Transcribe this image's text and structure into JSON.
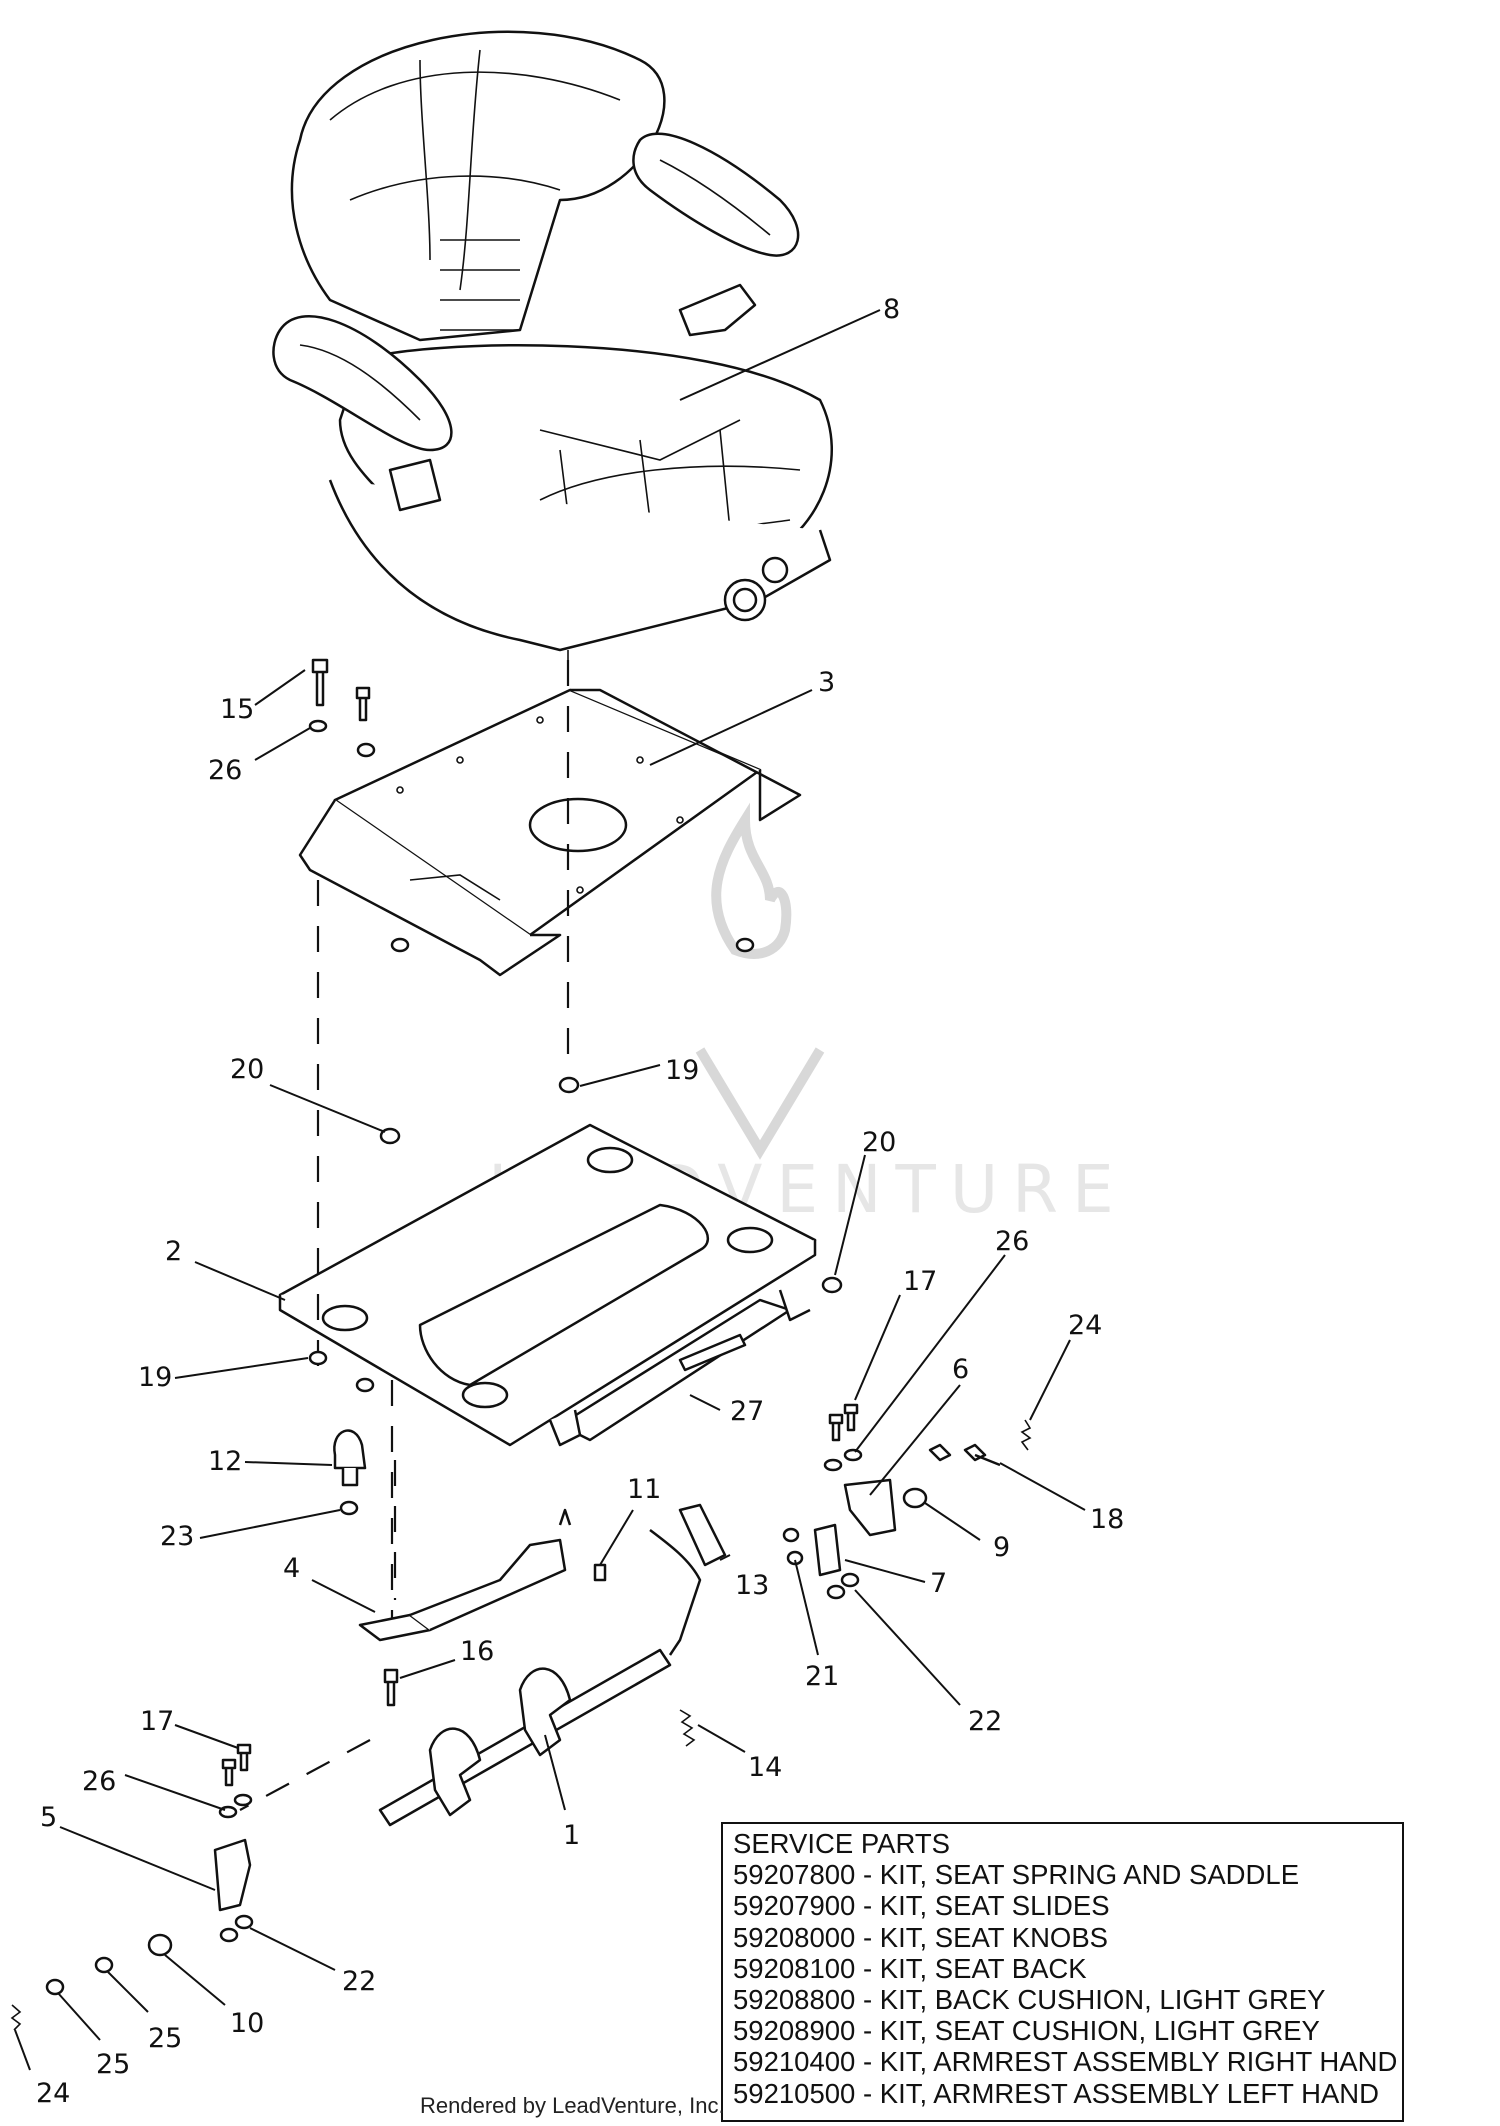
{
  "callouts": [
    {
      "label": "8"
    },
    {
      "label": "3"
    },
    {
      "label": "15"
    },
    {
      "label": "26"
    },
    {
      "label": "19"
    },
    {
      "label": "20"
    },
    {
      "label": "2"
    },
    {
      "label": "19"
    },
    {
      "label": "20"
    },
    {
      "label": "17"
    },
    {
      "label": "26"
    },
    {
      "label": "24"
    },
    {
      "label": "27"
    },
    {
      "label": "6"
    },
    {
      "label": "12"
    },
    {
      "label": "18"
    },
    {
      "label": "9"
    },
    {
      "label": "23"
    },
    {
      "label": "11"
    },
    {
      "label": "13"
    },
    {
      "label": "7"
    },
    {
      "label": "4"
    },
    {
      "label": "21"
    },
    {
      "label": "22"
    },
    {
      "label": "16"
    },
    {
      "label": "17"
    },
    {
      "label": "14"
    },
    {
      "label": "26"
    },
    {
      "label": "5"
    },
    {
      "label": "1"
    },
    {
      "label": "22"
    },
    {
      "label": "10"
    },
    {
      "label": "25"
    },
    {
      "label": "25"
    },
    {
      "label": "24"
    }
  ],
  "service_parts": {
    "title": "SERVICE PARTS",
    "items": [
      "59207800 - KIT, SEAT SPRING AND SADDLE",
      "59207900 - KIT, SEAT SLIDES",
      "59208000 - KIT, SEAT KNOBS",
      "59208100 - KIT, SEAT BACK",
      "59208800 - KIT, BACK CUSHION, LIGHT GREY",
      "59208900 - KIT, SEAT CUSHION, LIGHT GREY",
      "59210400 - KIT, ARMREST ASSEMBLY RIGHT HAND",
      "59210500 - KIT, ARMREST ASSEMBLY LEFT HAND"
    ]
  },
  "watermark": {
    "text": "LEADVENTURE"
  },
  "footer": {
    "text": "Rendered by LeadVenture, Inc."
  }
}
